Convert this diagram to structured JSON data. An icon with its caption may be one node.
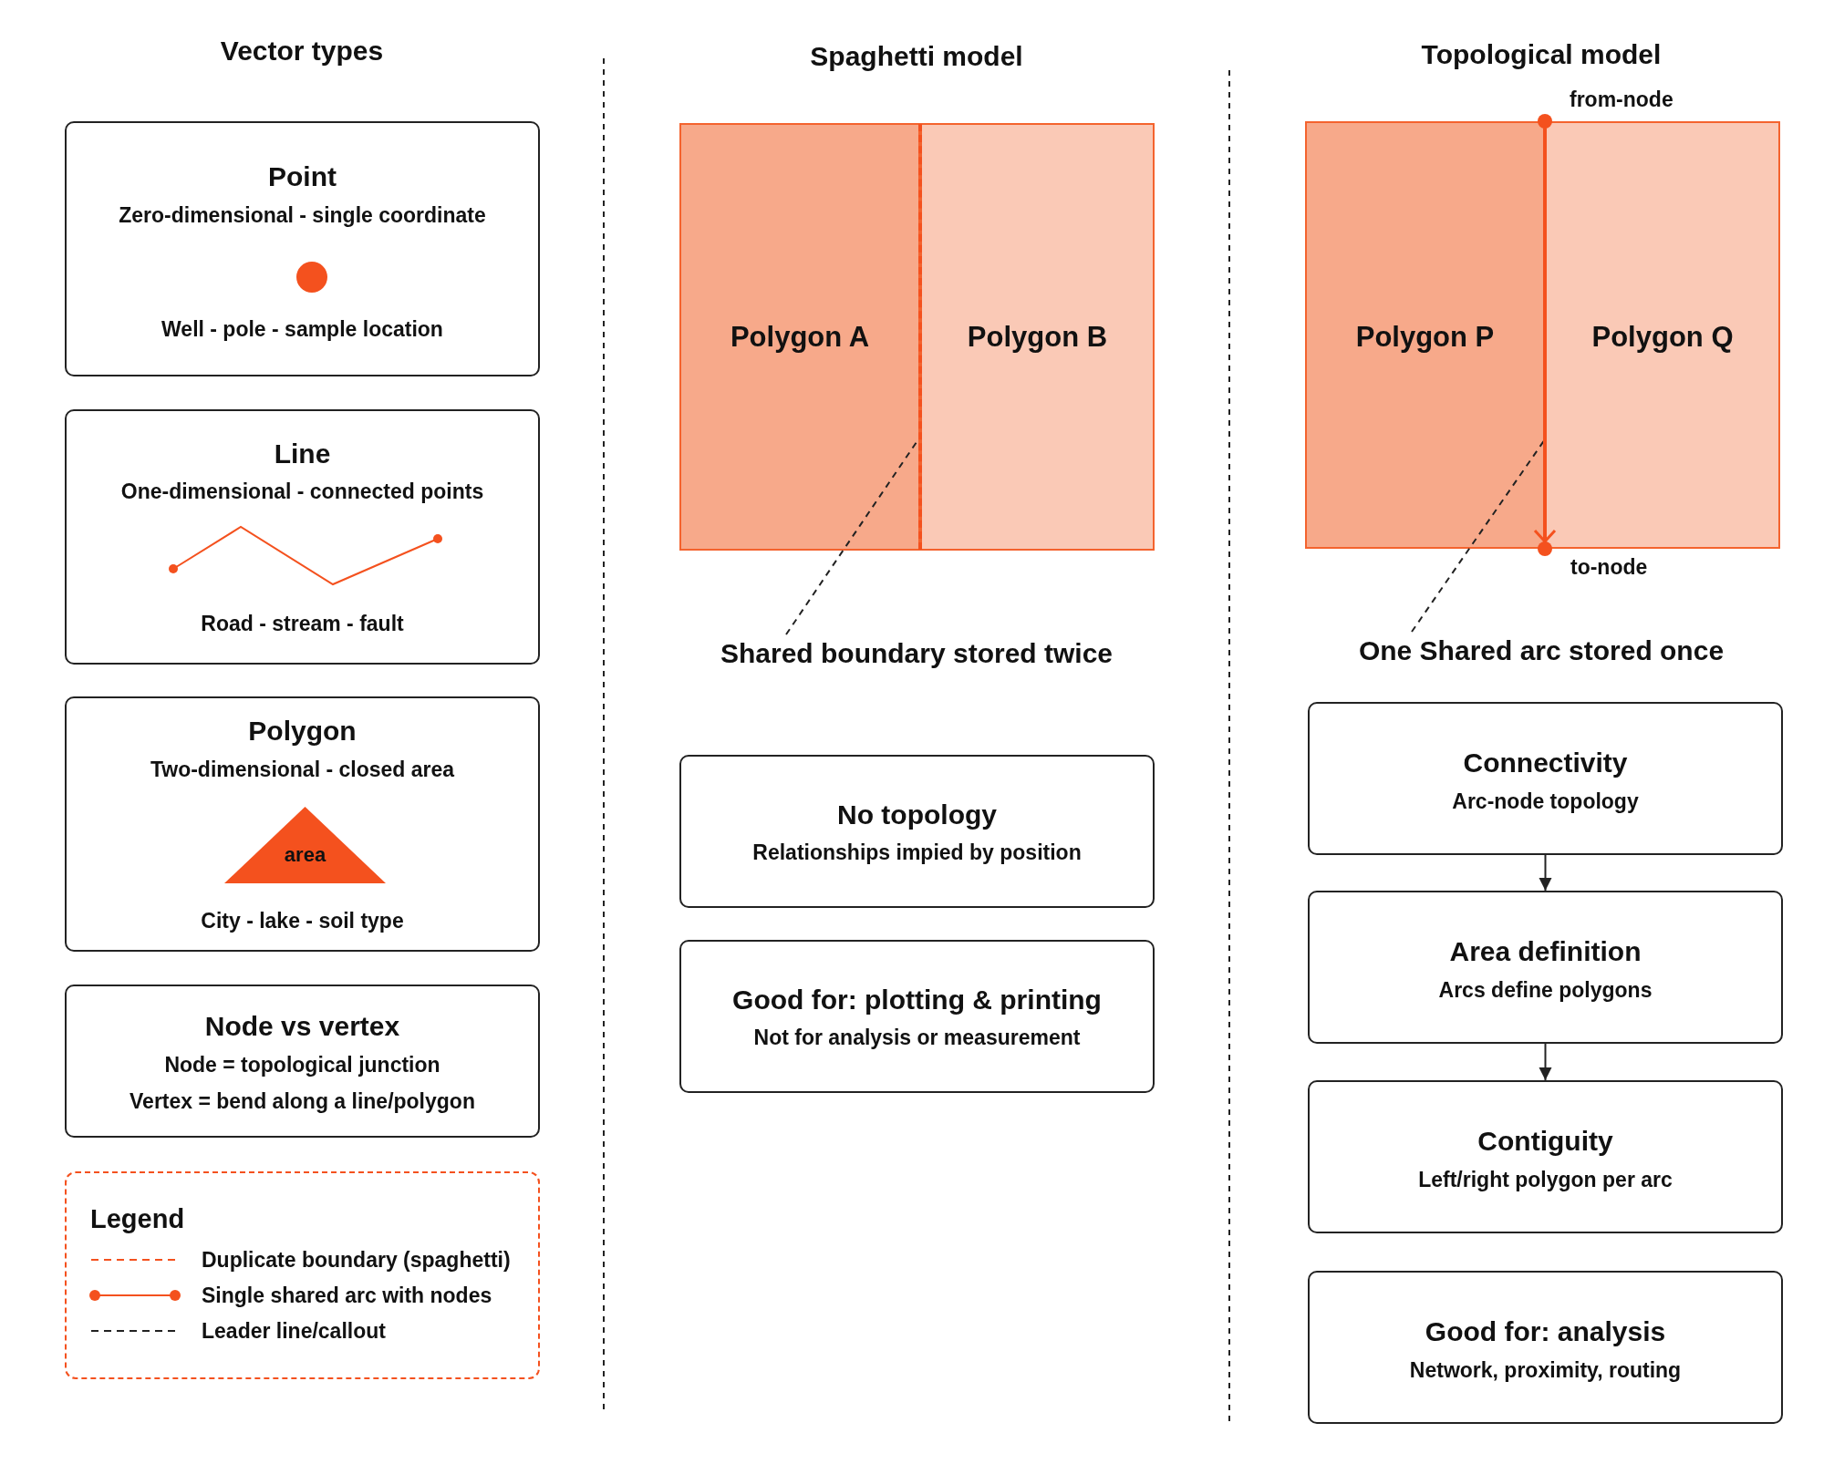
{
  "diagram": {
    "nodes": [
      {
        "text": [
          "Point",
          "Zero-dimensional - single coordinate",
          "Well - pole - sample location"
        ]
      },
      {
        "text": [
          "Line",
          "One-dimensional - connected points",
          "Road - stream - fault"
        ]
      },
      {
        "text": [
          "Polygon",
          "Two-dimensional - closed area",
          "City - lake - soil type"
        ]
      },
      {
        "text": [
          "area"
        ],
        "in": 2
      },
      {
        "text": [
          "Node vs vertex",
          "Node = topological junction",
          "Vertex = bend along a line/polygon"
        ]
      },
      {
        "text": [
          "Polygon A"
        ]
      },
      {
        "text": [
          "Polygon B"
        ]
      },
      {
        "text": [
          "Shared boundary stored twice"
        ]
      },
      {
        "text": [
          "No topology",
          "Relationships impied by position"
        ]
      },
      {
        "text": [
          "Good for: plotting & printing",
          "Not for analysis or measurement"
        ]
      },
      {
        "text": [
          "Polygon P"
        ]
      },
      {
        "text": [
          "Polygon Q"
        ]
      },
      {
        "text": [],
        "shape": "circle",
        "beside": [
          "from-node"
        ]
      },
      {
        "text": [],
        "shape": "circle",
        "beside": [
          "to-node"
        ]
      },
      {
        "text": [
          "One Shared arc stored once"
        ]
      },
      {
        "text": [
          "Connectivity",
          "Arc-node topology"
        ]
      },
      {
        "text": [
          "Area definition",
          "Arcs define polygons"
        ]
      },
      {
        "text": [
          "Contiguity",
          "Left/right polygon per arc"
        ]
      },
      {
        "text": [
          "Good for: analysis",
          "Network, proximity, routing"
        ]
      },
      {
        "text": [],
        "shape": "line"
      }
    ],
    "edges": [
      {
        "from": 7,
        "to": 19,
        "arrow": "none",
        "style": "dashed"
      },
      {
        "from": 14,
        "to": 10,
        "arrow": "none",
        "style": "dashed"
      },
      {
        "from": 12,
        "to": 13,
        "arrow": "to",
        "color": "#f4511e"
      },
      {
        "from": 15,
        "to": 16,
        "arrow": "to"
      },
      {
        "from": 16,
        "to": 17,
        "arrow": "to"
      }
    ],
    "labels": [
      "Vector types",
      "Spaghetti model",
      "Topological model",
      "Legend"
    ],
    "legend": [
      {
        "text": "Duplicate boundary (spaghetti)"
      },
      {
        "text": "Single shared arc with nodes"
      },
      {
        "text": "Leader line/callout"
      }
    ]
  }
}
